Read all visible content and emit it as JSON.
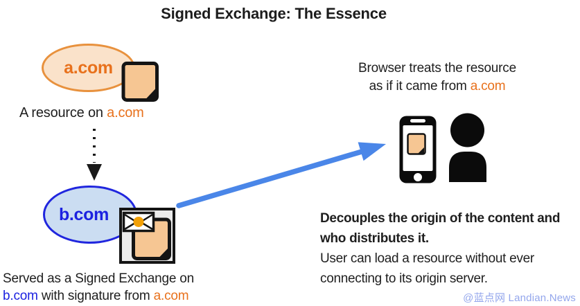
{
  "title": "Signed Exchange: The Essence",
  "diagram": {
    "origin": {
      "ellipse_label": "a.com",
      "caption_prefix": "A resource on ",
      "caption_domain": "a.com"
    },
    "distributor": {
      "ellipse_label": "b.com",
      "caption_line1": "Served as a Signed Exchange on",
      "caption_domain_b": "b.com",
      "caption_middle": " with signature from ",
      "caption_domain_a": "a.com"
    },
    "browser": {
      "caption_line1": "Browser treats the resource",
      "caption_line2_prefix": "as if it came from ",
      "caption_domain": "a.com"
    },
    "summary": {
      "bold_line1": "Decouples the origin of the content and",
      "bold_line2": "who distributes it.",
      "line3": "User can load a resource without ever",
      "line4": "connecting to its origin server."
    }
  },
  "icons": {
    "resource_document": "document-icon",
    "signed_exchange_package": "signed-exchange-icon",
    "dotted_flow": "arrow-down-dotted-icon",
    "serve_flow": "arrow-up-right-icon",
    "browser_device": "smartphone-icon",
    "user": "person-icon"
  },
  "colors": {
    "origin_orange": "#e8711c",
    "origin_ellipse_fill": "#fae2ca",
    "origin_ellipse_border": "#e8913d",
    "distributor_blue": "#1c22e0",
    "distributor_ellipse_fill": "#cbddf2",
    "distributor_ellipse_border": "#2026de",
    "document_fill": "#f6c693",
    "arrow_blue": "#4a86e8",
    "seal_orange": "#f2a007",
    "text_dark": "#1e1e1e",
    "watermark_blue": "#93a6ec"
  },
  "watermark": "@蓝点网 Landian.News"
}
